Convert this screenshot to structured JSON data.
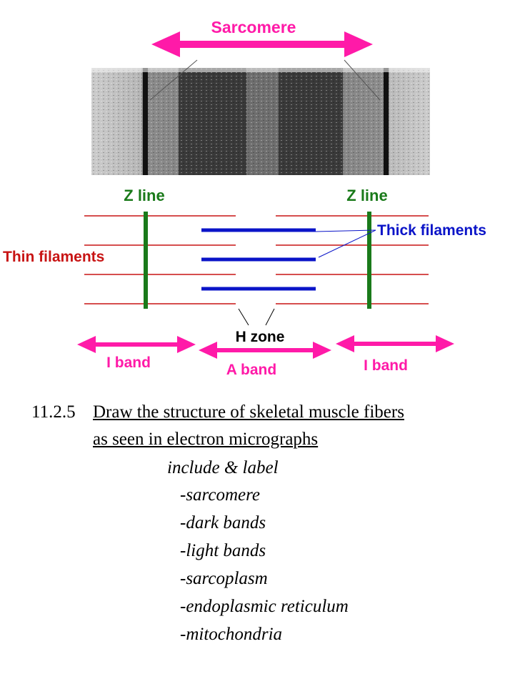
{
  "diagram": {
    "labels": {
      "sarcomere": "Sarcomere",
      "z_line_left": "Z line",
      "z_line_right": "Z line",
      "thick_filaments": "Thick filaments",
      "thin_filaments": "Thin filaments",
      "h_zone": "H zone",
      "i_band_left": "I band",
      "a_band": "A band",
      "i_band_right": "I band"
    },
    "colors": {
      "magenta": "#ff1aa8",
      "green": "#1a7a1a",
      "blue": "#0a14c8",
      "red": "#c81414"
    }
  },
  "caption": {
    "number": "11.2.5",
    "title_line1": "Draw the structure of skeletal muscle fibers",
    "title_line2": "as seen in electron micrographs",
    "subtitle": "include & label",
    "items": [
      "-sarcomere",
      "-dark bands",
      "-light bands",
      "-sarcoplasm",
      "-endoplasmic reticulum",
      "-mitochondria"
    ]
  }
}
